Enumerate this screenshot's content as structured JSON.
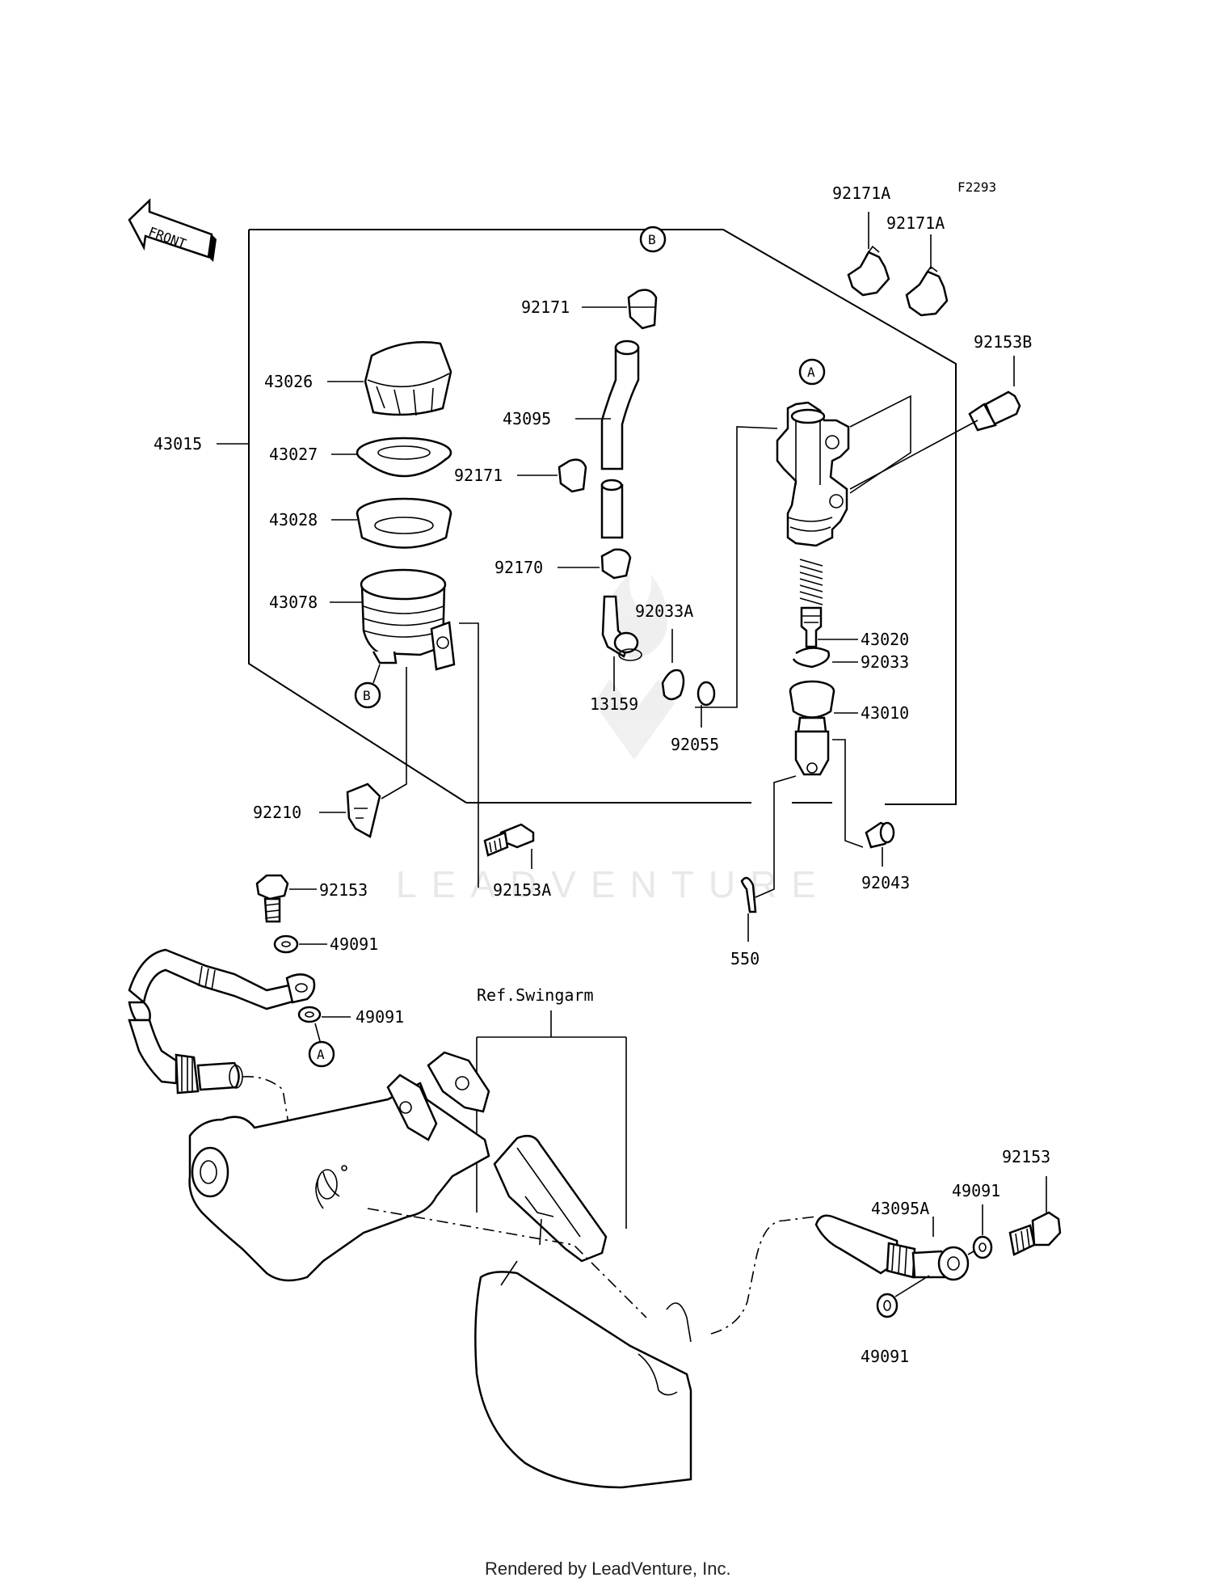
{
  "diagram_code": "F2293",
  "front_arrow_label": "FRONT",
  "reference_label": "Ref.Swingarm",
  "watermark": "LEADVENTURE",
  "footer": "Rendered by LeadVenture, Inc.",
  "markers": {
    "a": "A",
    "b": "B"
  },
  "parts": {
    "p43015": "43015",
    "p43026": "43026",
    "p43027": "43027",
    "p43028": "43028",
    "p43078": "43078",
    "p92210": "92210",
    "p92171_top": "92171",
    "p43095": "43095",
    "p92171_mid": "92171",
    "p92170": "92170",
    "p13159": "13159",
    "p92033A": "92033A",
    "p92055": "92055",
    "p92171A_1": "92171A",
    "p92171A_2": "92171A",
    "p92153B": "92153B",
    "p43020": "43020",
    "p92033": "92033",
    "p43010": "43010",
    "p92043": "92043",
    "p550": "550",
    "p92153A": "92153A",
    "p92153_left": "92153",
    "p49091_upper": "49091",
    "p49091_lower": "49091",
    "p92153_right": "92153",
    "p49091_right": "49091",
    "p43095A": "43095A",
    "p49091_bottom": "49091"
  }
}
